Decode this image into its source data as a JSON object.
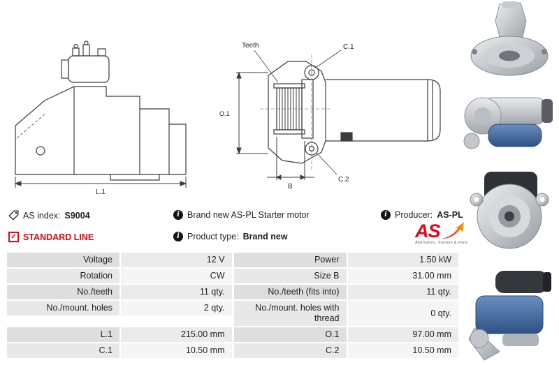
{
  "info": {
    "as_index_label": "AS index:",
    "as_index_value": "S9004",
    "standard_line_label": "STANDARD LINE",
    "brand_new_text": "Brand new AS-PL Starter motor",
    "product_type_label": "Product type:",
    "product_type_value": "Brand new",
    "producer_label": "Producer:",
    "producer_value": "AS-PL"
  },
  "icons": {
    "info": "i",
    "check": "✓"
  },
  "logo": {
    "text": "AS",
    "subtitle": "Alternators. Starters & Parts"
  },
  "drawings": {
    "l1": "L.1",
    "teeth": "Teeth",
    "o1": "O.1",
    "c1": "C.1",
    "c2": "C.2",
    "b": "B"
  },
  "spec_left": {
    "top": [
      {
        "label": "Voltage",
        "value": "12 V"
      },
      {
        "label": "Rotation",
        "value": "CW"
      },
      {
        "label": "No./teeth",
        "value": "11 qty."
      },
      {
        "label": "No./mount. holes",
        "value": "2 qty."
      }
    ],
    "bottom": [
      {
        "label": "L.1",
        "value": "215.00 mm"
      },
      {
        "label": "C.1",
        "value": "10.50 mm"
      }
    ]
  },
  "spec_right": {
    "top": [
      {
        "label": "Power",
        "value": "1.50 kW"
      },
      {
        "label": "Size B",
        "value": "31.00 mm"
      },
      {
        "label": "No./teeth (fits into)",
        "value": "11 qty."
      },
      {
        "label": "No./mount. holes with thread",
        "value": "0 qty."
      }
    ],
    "bottom": [
      {
        "label": "O.1",
        "value": "97.00 mm"
      },
      {
        "label": "C.2",
        "value": "10.50 mm"
      }
    ]
  },
  "colors": {
    "accent_red": "#e30613"
  }
}
